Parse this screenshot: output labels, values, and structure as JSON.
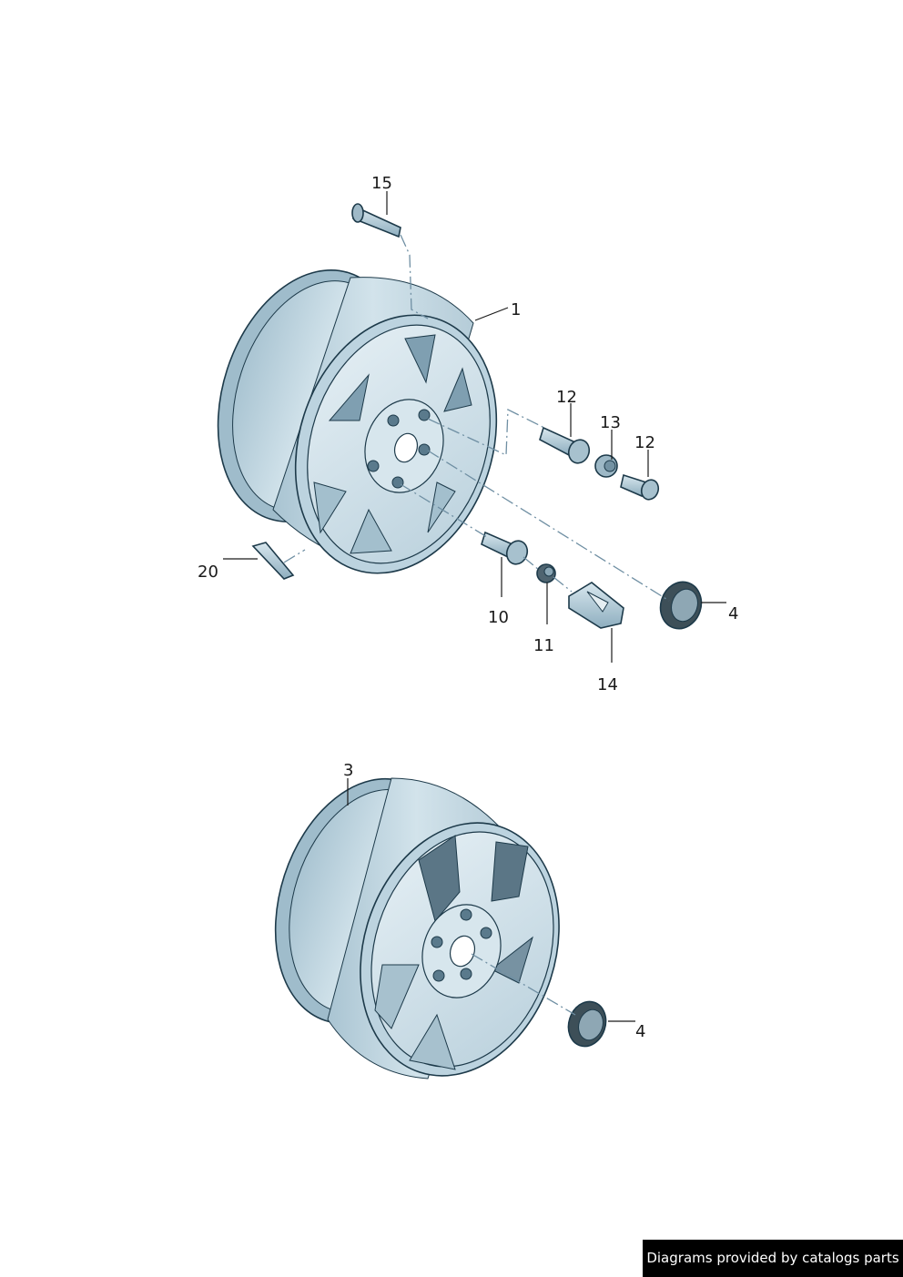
{
  "callouts": {
    "c15": "15",
    "c1": "1",
    "c12a": "12",
    "c13": "13",
    "c12b": "12",
    "c20": "20",
    "c10": "10",
    "c11": "11",
    "c14": "14",
    "c4a": "4",
    "c3": "3",
    "c4b": "4"
  },
  "watermark": "Diagrams provided by catalogs parts",
  "colors": {
    "rim_fill": "#c9dde7",
    "rim_dark": "#8fb0c0",
    "outline": "#1d3a4a",
    "hole": "#5a7a8c",
    "cap_dark": "#3d4f58"
  }
}
